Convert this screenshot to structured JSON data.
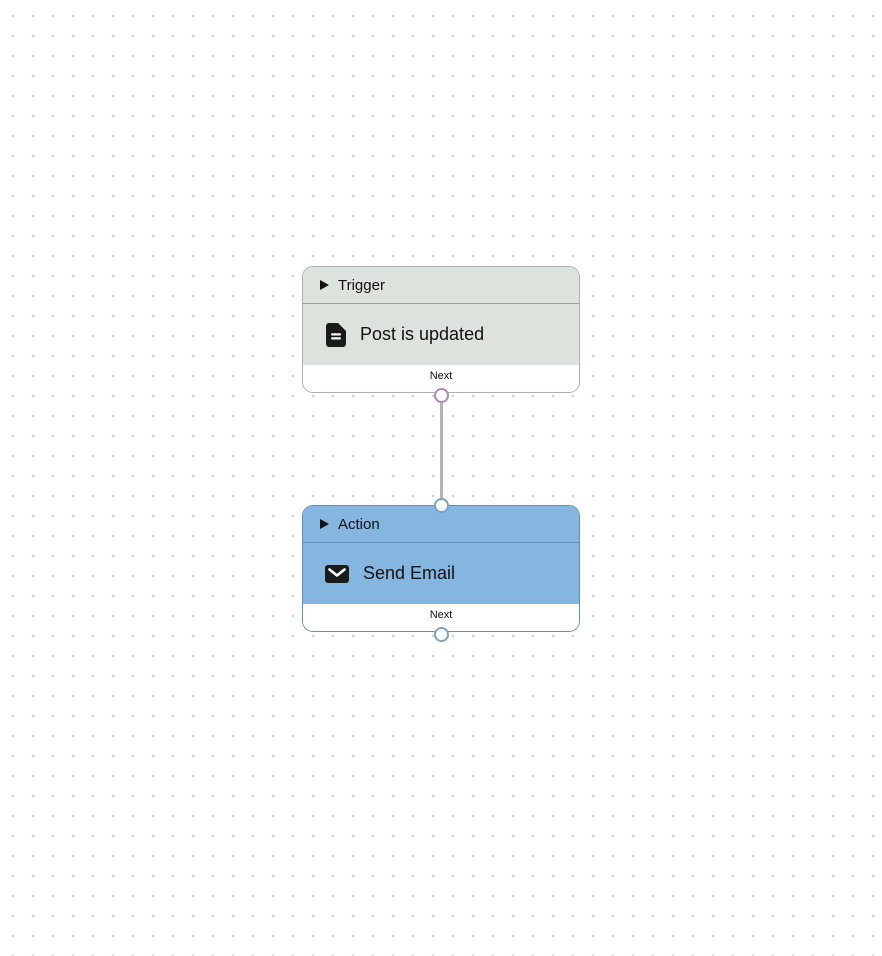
{
  "canvas": {
    "background_dot_color": "#d2d2d2"
  },
  "edge": {
    "from": "trigger-next",
    "to": "action-top",
    "line_color": "#b4b4b4"
  },
  "nodes": [
    {
      "id": "trigger",
      "header_label": "Trigger",
      "body_label": "Post is updated",
      "footer_label": "Next",
      "icon": "document-icon",
      "colors": {
        "bg": "#dce3dc",
        "border": "#a9b3a9",
        "divider": "#97a298",
        "port": "#b289b3"
      }
    },
    {
      "id": "action",
      "header_label": "Action",
      "body_label": "Send Email",
      "footer_label": "Next",
      "icon": "envelope-icon",
      "colors": {
        "bg": "#85b6e0",
        "border": "#5d8fbf",
        "divider": "#5d8fbf",
        "port": "#7aa3c6"
      }
    }
  ]
}
